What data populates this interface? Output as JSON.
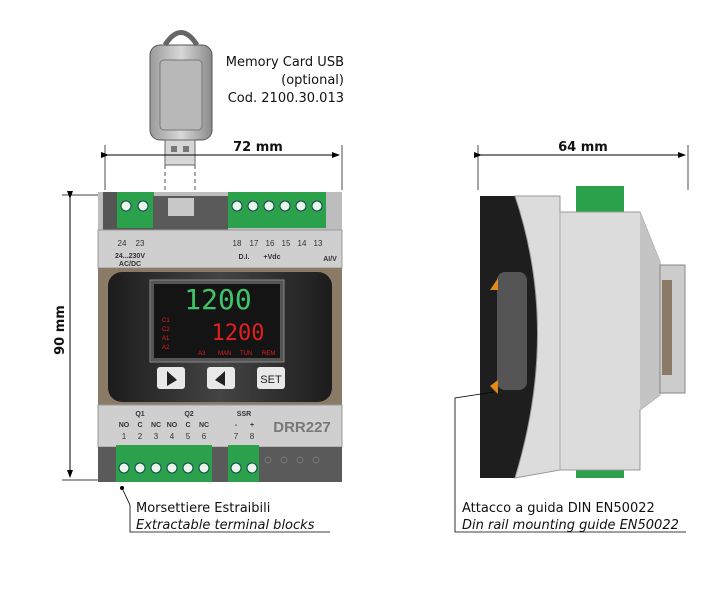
{
  "usb": {
    "line1": "Memory Card  USB",
    "line2": "(optional)",
    "line3": "Cod. 2100.30.013"
  },
  "dimensions": {
    "width_front": "72 mm",
    "height": "90 mm",
    "depth_side": "64 mm"
  },
  "device": {
    "model": "DRR227",
    "power_label": "24...230V",
    "power_label2": "AC/DC",
    "top_terminals": [
      "24",
      "23",
      "18",
      "17",
      "16",
      "15",
      "14",
      "13"
    ],
    "top_labels": {
      "di": "D.I.",
      "vdc": "+Vdc",
      "aiv": "AI/V"
    },
    "display": {
      "pv": "1200",
      "sv": "1200",
      "leds_left": [
        "C1",
        "C2",
        "A1",
        "A2"
      ],
      "leds_bottom": [
        "A3",
        "MAN",
        "TUN",
        "REM"
      ]
    },
    "buttons": {
      "set": "SET"
    },
    "bottom_groups": {
      "q1": "Q1",
      "q2": "Q2",
      "ssr": "SSR"
    },
    "bottom_pins": [
      "NO",
      "C",
      "NC",
      "NO",
      "C",
      "NC",
      "-",
      "+"
    ],
    "bottom_terminals": [
      "1",
      "2",
      "3",
      "4",
      "5",
      "6",
      "7",
      "8"
    ]
  },
  "captions": {
    "terminals_it": "Morsettiere Estraibili",
    "terminals_en": "Extractable terminal blocks",
    "din_it": "Attacco a guida DIN EN50022",
    "din_en": "Din rail mounting guide EN50022"
  },
  "colors": {
    "terminal_green": "#2aa14a",
    "pv_green": "#3fc46a",
    "sv_red": "#e02020",
    "body_gray": "#c9c9c9"
  }
}
